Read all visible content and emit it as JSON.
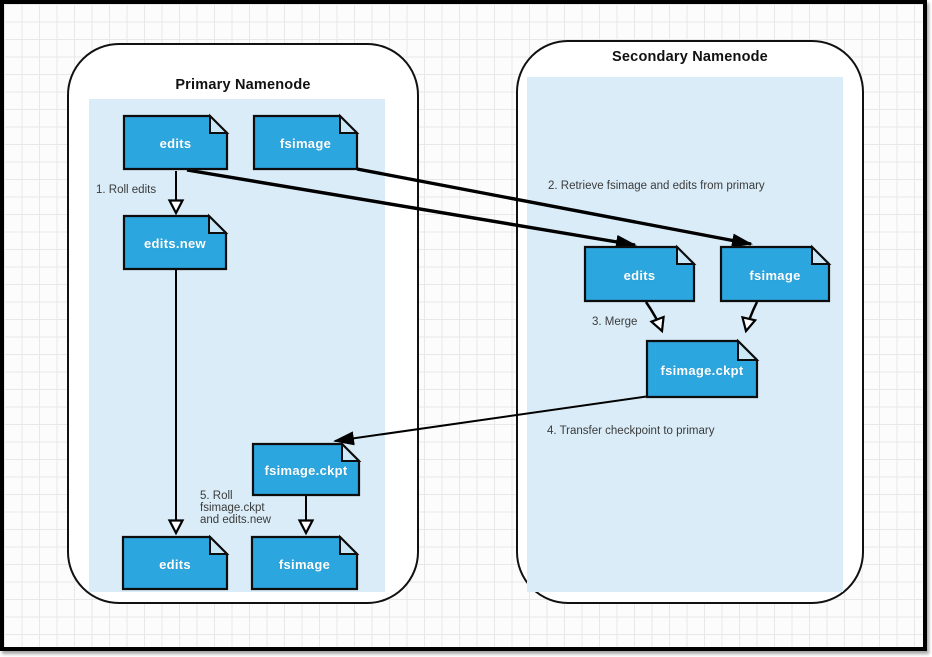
{
  "panels": {
    "primary": {
      "title": "Primary Namenode"
    },
    "secondary": {
      "title": "Secondary Namenode"
    }
  },
  "files": [
    {
      "id": "primary-edits",
      "label": "edits"
    },
    {
      "id": "primary-fsimage",
      "label": "fsimage"
    },
    {
      "id": "primary-edits-new",
      "label": "edits.new"
    },
    {
      "id": "primary-fsimage-ckpt",
      "label": "fsimage.ckpt"
    },
    {
      "id": "primary-edits-bottom",
      "label": "edits"
    },
    {
      "id": "primary-fsimage-bottom",
      "label": "fsimage"
    },
    {
      "id": "secondary-edits",
      "label": "edits"
    },
    {
      "id": "secondary-fsimage",
      "label": "fsimage"
    },
    {
      "id": "secondary-fsimage-ckpt",
      "label": "fsimage.ckpt"
    }
  ],
  "steps": {
    "s1": "1. Roll edits",
    "s2": "2. Retrieve fsimage and edits from primary",
    "s3": "3. Merge",
    "s4": "4. Transfer checkpoint to primary",
    "s5": "5. Roll\nfsimage.ckpt\nand edits.new"
  },
  "colors": {
    "file_fill": "#2CA6DF",
    "panel_fill": "#D9ECF8",
    "fold_fill": "#CBE8F8",
    "outline": "#000000"
  }
}
